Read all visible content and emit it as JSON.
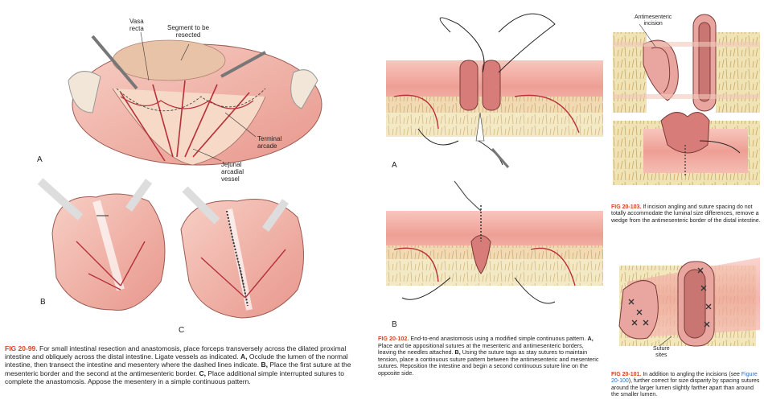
{
  "fig99": {
    "labels": {
      "vasa_recta": "Vasa\nrecta",
      "segment": "Segment to be\nresected",
      "terminal_arcade": "Terminal\narcade",
      "jejunal": "Jejunal\narcadial\nvessel",
      "panel_a": "A",
      "panel_b": "B",
      "panel_c": "C"
    },
    "caption": {
      "fig": "FIG 20-99.",
      "text": "For small intestinal resection and anastomosis, place forceps transversely across the dilated proximal intestine and obliquely across the distal intestine. Ligate vessels as indicated.",
      "a_label": "A,",
      "a_text": "Occlude the lumen of the normal intestine, then transect the intestine and mesentery where the dashed lines indicate.",
      "b_label": "B,",
      "b_text": "Place the first suture at the mesenteric border and the second at the antimesenteric border.",
      "c_label": "C,",
      "c_text": "Place additional simple interrupted sutures to complete the anastomosis. Appose the mesentery in a simple continuous pattern."
    }
  },
  "fig102": {
    "labels": {
      "panel_a": "A",
      "panel_b": "B"
    },
    "caption": {
      "fig": "FIG 20-102.",
      "text": "End-to-end anastomosis using a modified simple continuous pattern.",
      "a_label": "A,",
      "a_text": "Place and tie appositional sutures at the mesenteric and antimesenteric borders, leaving the needles attached.",
      "b_label": "B,",
      "b_text": "Using the suture tags as stay sutures to maintain tension, place a continuous suture pattern between the antimesenteric and mesenteric sutures. Reposition the intestine and begin a second continuous suture line on the opposite side."
    }
  },
  "fig103": {
    "labels": {
      "antimesenteric": "Antimesenteric\nincision"
    },
    "caption": {
      "fig": "FIG 20-103.",
      "text": "If incision angling and suture spacing do not totally accommodate the luminal size differences, remove a wedge from the antimesenteric border of the distal intestine."
    }
  },
  "fig101": {
    "labels": {
      "suture_sites": "Suture\nsites"
    },
    "caption": {
      "fig": "FIG 20-101.",
      "text_before": "In addition to angling the incisions (see",
      "ref": "Figure 20-100",
      "text_after": "), further correct for size disparity by spacing sutures around the larger lumen slightly farther apart than around the smaller lumen."
    }
  },
  "colors": {
    "fig_label": "#d9432a",
    "ref_link": "#2a6fb5",
    "tissue": "#f2a8a0",
    "fat": "#e8d9a0"
  }
}
